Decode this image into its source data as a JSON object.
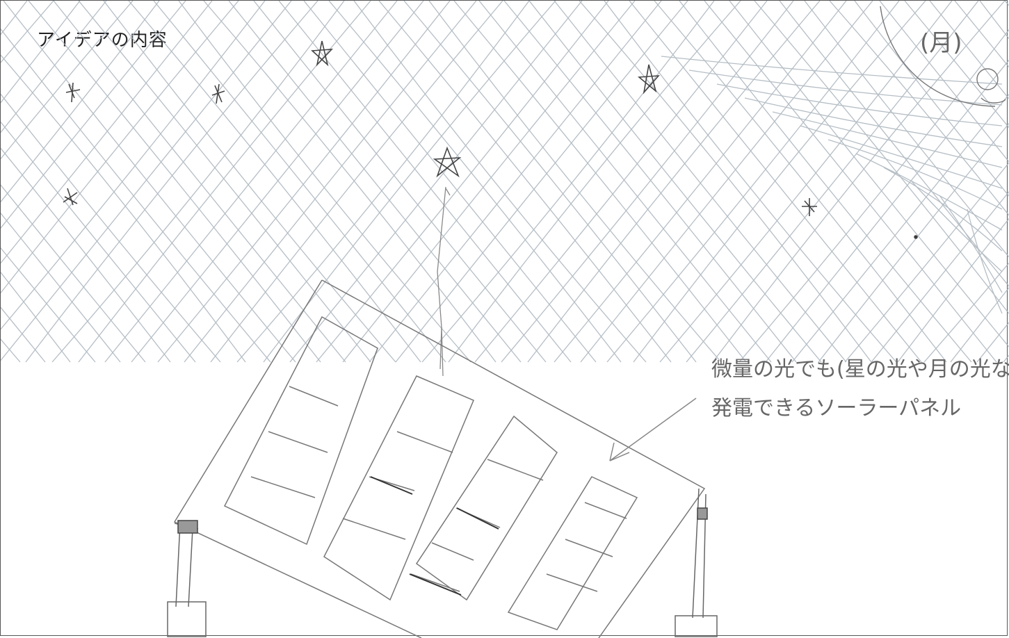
{
  "sheet": {
    "title": "アイデアの内容",
    "moon_label": "(月)",
    "annotation_line1": "微量の光でも(星の光や月の光など)",
    "annotation_line2": "発電できるソーラーパネル"
  },
  "colors": {
    "ink": "#222222",
    "pencil": "#777777",
    "hatch": "#a9b3bc"
  }
}
